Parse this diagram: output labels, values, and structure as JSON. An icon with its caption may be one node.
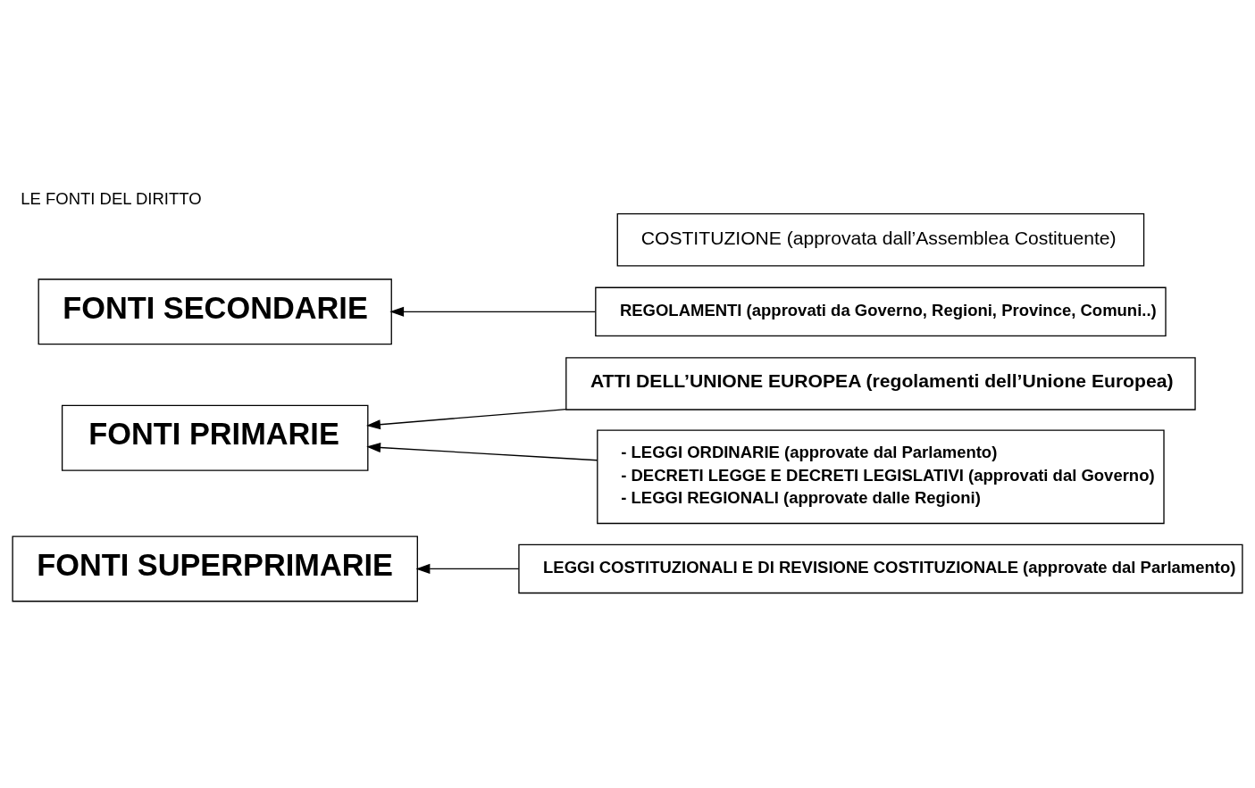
{
  "diagram": {
    "title": "LE FONTI DEL DIRITTO",
    "nodes": [
      {
        "text": [
          "FONTI SUPERPRIMARIE"
        ]
      },
      {
        "text": [
          "FONTI PRIMARIE"
        ]
      },
      {
        "text": [
          "FONTI SECONDARIE"
        ]
      },
      {
        "text": [
          "COSTITUZIONE (approvata dall’Assemblea Costituente)"
        ]
      },
      {
        "text": [
          "LEGGI COSTITUZIONALI E DI REVISIONE COSTITUZIONALE (approvate dal Parlamento)"
        ]
      },
      {
        "text": [
          "ATTI DELL’UNIONE EUROPEA (regolamenti dell’Unione Europea)"
        ]
      },
      {
        "text": [
          "- LEGGI ORDINARIE (approvate dal Parlamento)",
          "- DECRETI LEGGE E DECRETI LEGISLATIVI (approvati dal Governo)",
          "- LEGGI REGIONALI (approvate dalle Regioni)"
        ]
      },
      {
        "text": [
          "REGOLAMENTI (approvati da Governo, Regioni, Province, Comuni..)"
        ]
      }
    ],
    "edges": [
      {
        "from": 4,
        "to": 0,
        "arrow": "to"
      },
      {
        "from": 5,
        "to": 1,
        "arrow": "to"
      },
      {
        "from": 6,
        "to": 1,
        "arrow": "to"
      },
      {
        "from": 7,
        "to": 2,
        "arrow": "to"
      }
    ]
  }
}
